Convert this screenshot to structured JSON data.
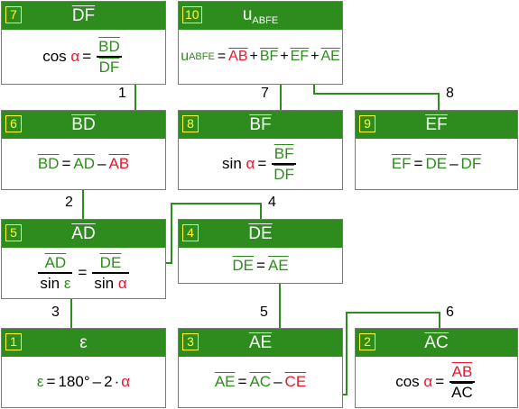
{
  "boxes": [
    {
      "id": "7",
      "label": "DF",
      "sub": ""
    },
    {
      "id": "10",
      "label": "u",
      "sub": "ABFE"
    },
    {
      "id": "6",
      "label": "BD",
      "sub": ""
    },
    {
      "id": "8",
      "label": "BF",
      "sub": ""
    },
    {
      "id": "9",
      "label": "EF",
      "sub": ""
    },
    {
      "id": "5",
      "label": "AD",
      "sub": ""
    },
    {
      "id": "4",
      "label": "DE",
      "sub": ""
    },
    {
      "id": "1",
      "label": "ε",
      "sub": ""
    },
    {
      "id": "3",
      "label": "AE",
      "sub": ""
    },
    {
      "id": "2",
      "label": "AC",
      "sub": ""
    }
  ],
  "formulas": {
    "f7": {
      "func": "cos",
      "var": "α",
      "eq": "=",
      "num": "BD",
      "den": "DF"
    },
    "f10": {
      "lhs": "u",
      "lhs_sub": "ABFE",
      "eq": "=",
      "t1": "AB",
      "p1": "+",
      "t2": "BF",
      "p2": "+",
      "t3": "EF",
      "p3": "+",
      "t4": "AE"
    },
    "f6": {
      "lhs": "BD",
      "eq": "=",
      "t1": "AD",
      "op": "–",
      "t2": "AB"
    },
    "f8": {
      "func": "sin",
      "var": "α",
      "eq": "=",
      "num": "BF",
      "den": "DF"
    },
    "f9": {
      "lhs": "EF",
      "eq": "=",
      "t1": "DE",
      "op": "–",
      "t2": "DF"
    },
    "f5": {
      "num1": "AD",
      "den1_func": "sin",
      "den1_var": "ε",
      "eq": "=",
      "num2": "DE",
      "den2_func": "sin",
      "den2_var": "α"
    },
    "f4": {
      "lhs": "DE",
      "eq": "=",
      "rhs": "AE"
    },
    "f1": {
      "lhs": "ε",
      "eq": "=",
      "val": "180°",
      "op": "–",
      "coef": "2",
      "dot": "·",
      "var": "α"
    },
    "f3": {
      "lhs": "AE",
      "eq": "=",
      "t1": "AC",
      "op": "–",
      "t2": "CE"
    },
    "f2": {
      "func": "cos",
      "var": "α",
      "eq": "=",
      "num": "AB",
      "den": "AC"
    }
  },
  "edges": [
    "1",
    "7",
    "8",
    "2",
    "4",
    "3",
    "5",
    "6"
  ],
  "colors": {
    "header": "#2e8b1e",
    "badge": "#ffff33",
    "red": "#e8172e",
    "green": "#2e8b1e",
    "connector": "#2e8b1e"
  }
}
